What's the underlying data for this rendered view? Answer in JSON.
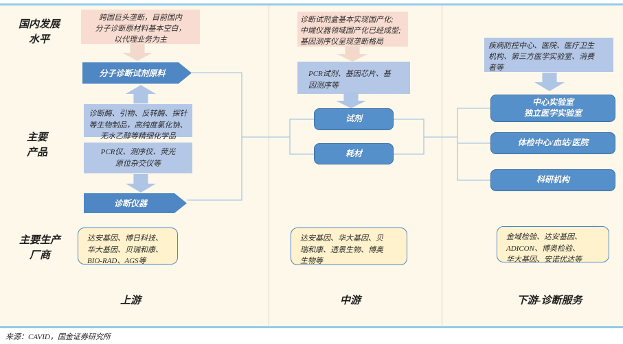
{
  "page": {
    "source": "来源：CAVID，国金证券研究所"
  },
  "colors": {
    "background": "#FDF8EA",
    "frame_blue": "#92CBEA",
    "primary_blue": "#4E87C3",
    "light_blue": "#B4C7E7",
    "pink": "#F8DCD1",
    "yellow": "#FFF2CC"
  },
  "row_labels": {
    "development": "国内发展\n水平",
    "products": "主要\n产品",
    "manufacturers": "主要生产\n厂商"
  },
  "columns": {
    "upstream": {
      "label": "上游",
      "status_note": "跨国巨头垄断，目前国内\n分子诊断原材料基本空白，\n以代理业务为主",
      "chevron_top": "分子诊断试剂原料",
      "product_box_1": "诊断酶、引物、反转酶、探针\n等生物制品，高纯度氯化钠、\n无水乙醇等精细化学品",
      "product_box_2": "PCR仪、测序仪、荧光\n原位杂交仪等",
      "chevron_bottom": "诊断仪器",
      "manufacturers": "达安基因、博日科技、\n华大基因、贝瑞和康、\nBIO-RAD、AGS等"
    },
    "midstream": {
      "label": "中游",
      "status_note": "诊断试剂盒基本实现国产化;\n中端仪器领域国产化已经成型;\n基因测序仪呈现垄断格局",
      "product_box": "PCR试剂、基因芯片、基\n因测序等",
      "output_box_1": "试剂",
      "output_box_2": "耗材",
      "manufacturers": "达安基因、华大基因、贝\n瑞和康、透景生物、博奥\n生物等"
    },
    "downstream": {
      "label": "下游-诊断服务",
      "customers_note": "疾病防控中心、医院、医疗卫生\n机构、第三方医学实验室、消费\n者等",
      "service_box_1": "中心实验室\n独立医学实验室",
      "service_box_2": "体检中心/血站/医院",
      "service_box_3": "科研机构",
      "manufacturers": "金域检验、达安基因、\nADICON、博奥检验、\n华大基因、安诺优达等"
    }
  }
}
